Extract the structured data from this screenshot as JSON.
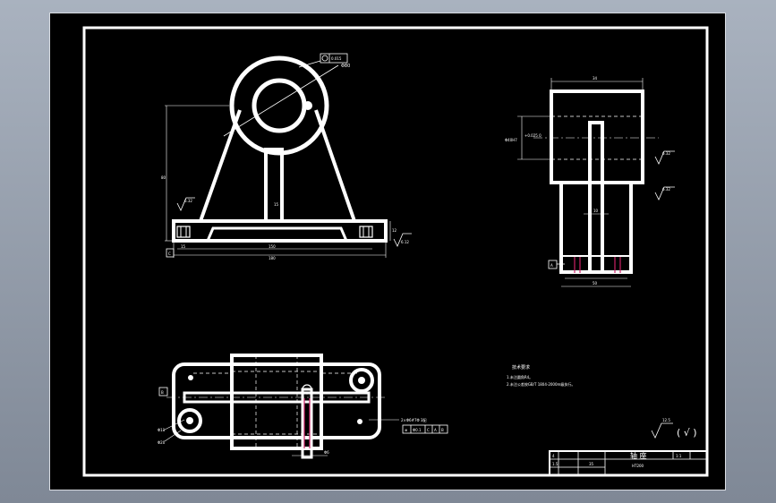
{
  "colors": {
    "background": "#000000",
    "lines": "#ffffff",
    "accent": "#cc2266",
    "frame_outer": "#8c95a3"
  },
  "front_view": {
    "diameter_label": "Φ80",
    "tolerance_value": "0.015",
    "height_dim": "80",
    "rib_label": "15",
    "roughness_left": "6.32",
    "roughness_right": "6.12",
    "dim_inner": "150",
    "dim_outer": "180",
    "datum": "C",
    "base_height": "12",
    "small_dim": "15"
  },
  "side_view": {
    "top_width": "34",
    "bore_spec": "Φ40H7",
    "bore_tol": "+0.025 0",
    "roughness_1": "6.32",
    "roughness_2": "6.32",
    "slot_width": "10",
    "bottom_width": "50",
    "datum": "A"
  },
  "top_view": {
    "datum": "B",
    "hole_small": "Φ11",
    "hole_large": "Φ20",
    "hole_note": "2×Φ6#7Φ 3配",
    "frame_cells": [
      "⊕",
      "Φ0.1",
      "C",
      "A",
      "B"
    ],
    "dim_6": "Φ6"
  },
  "notes": {
    "heading": "技术要求",
    "lines": [
      "1.未注圆角R4。",
      "2.未注公差按GB/T 1804-2000m级执行。"
    ]
  },
  "roughness_general": "12.5",
  "roughness_paren": "( √ )",
  "title_block": {
    "part_name": "轴 座",
    "scale": "1:1",
    "material": "HT200",
    "row1_left": "4",
    "row2_left": "1.5",
    "row2_mid": "35"
  }
}
